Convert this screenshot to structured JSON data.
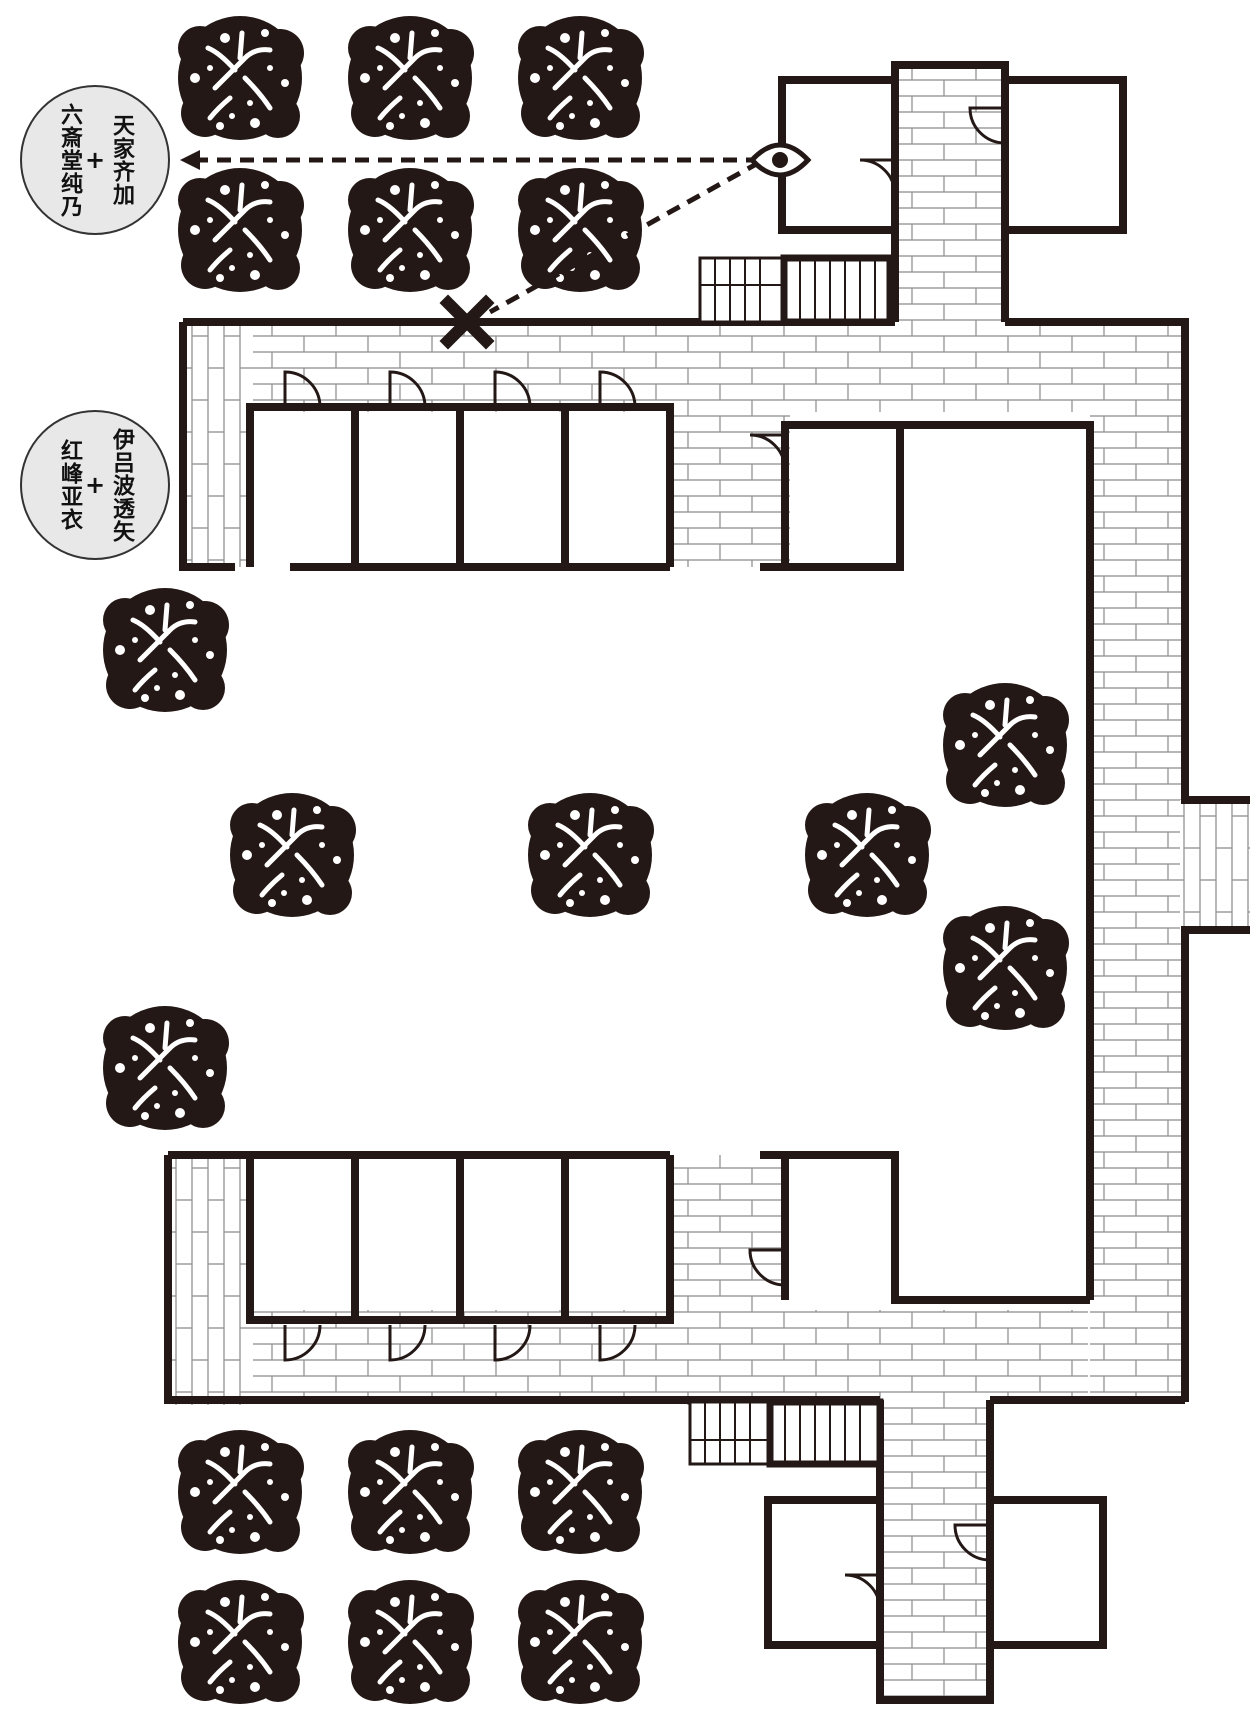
{
  "labels": {
    "top": {
      "right_col": "天家齐加",
      "plus": "+",
      "left_col": "六斎堂纯乃"
    },
    "middle": {
      "right_col": "伊吕波透矢",
      "plus": "+",
      "left_col": "红峰亚衣"
    }
  },
  "markers": {
    "viewpoint": "eye-icon",
    "target": "cross-mark"
  },
  "colors": {
    "wall": "#231815",
    "floor_line": "#888888",
    "label_bg": "#e8e8e8",
    "tree": "#231815"
  }
}
